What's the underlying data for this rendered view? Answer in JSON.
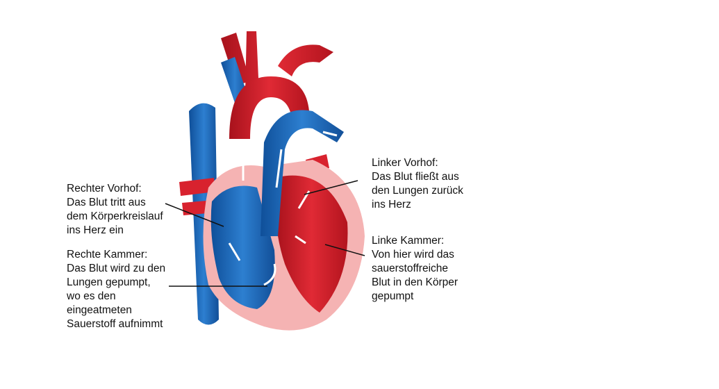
{
  "labels": {
    "right_atrium": {
      "title": "Rechter Vorhof:",
      "lines": [
        "Das Blut tritt aus",
        "dem Körperkreislauf",
        "ins Herz ein"
      ]
    },
    "right_ventricle": {
      "title": "Rechte Kammer:",
      "lines": [
        "Das Blut wird zu den",
        "Lungen gepumpt,",
        "wo es den",
        "eingeatmeten",
        "Sauerstoff aufnimmt"
      ]
    },
    "left_atrium": {
      "title": "Linker Vorhof:",
      "lines": [
        "Das Blut fließt aus",
        "den Lungen zurück",
        "ins Herz"
      ]
    },
    "left_ventricle": {
      "title": "Linke Kammer:",
      "lines": [
        "Von hier wird das",
        "sauerstoffreiche",
        "Blut in den Körper",
        "gepumpt"
      ]
    }
  },
  "colors": {
    "oxygenated": "#d8222e",
    "deoxygenated": "#1d63b3",
    "muscle": "#f5b3b3",
    "text": "#111111"
  }
}
